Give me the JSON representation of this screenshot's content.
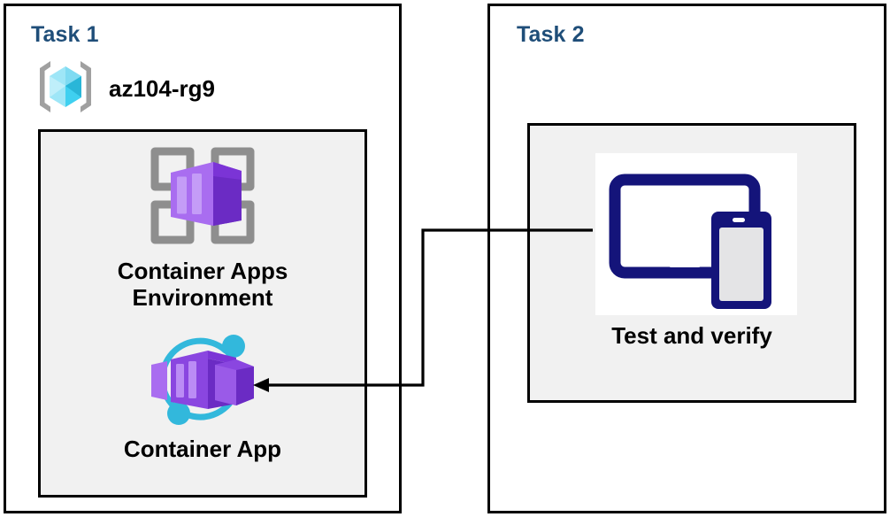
{
  "diagram": {
    "title_color": "#1F4E79",
    "background": "#FFFFFF",
    "panel_border_color": "#000000",
    "inner_box_fill": "#F1F1F1",
    "connector_color": "#000000"
  },
  "task1": {
    "title": "Task 1",
    "resource_group": {
      "icon": "resource-group-icon",
      "label": "az104-rg9",
      "icon_colors": {
        "cube_light": "#9EE6F7",
        "cube_mid": "#3FD0F0",
        "cube_dark": "#29B6D8",
        "bracket": "#A0A0A0"
      }
    },
    "nodes": [
      {
        "icon": "container-apps-environment-icon",
        "label": "Container Apps\nEnvironment",
        "label_line1": "Container Apps",
        "label_line2": "Environment",
        "icon_colors": {
          "grid": "#8E8E8E",
          "container_light": "#A96DF0",
          "container_mid": "#8A46E0",
          "container_dark": "#6B2BC4"
        }
      },
      {
        "icon": "container-app-icon",
        "label": "Container App",
        "icon_colors": {
          "ring": "#32B8DC",
          "container_light": "#A96DF0",
          "container_mid": "#8A46E0",
          "container_dark": "#6B2BC4"
        }
      }
    ]
  },
  "task2": {
    "title": "Task 2",
    "node": {
      "icon": "devices-test-icon",
      "label": "Test and verify",
      "icon_colors": {
        "device_navy": "#14147A",
        "phone_screen": "#E4E4E6",
        "card_background": "#FFFFFF"
      }
    }
  },
  "connector": {
    "name": "task2-to-container-app-arrow",
    "direction": "right-to-left",
    "arrowhead": "left-arrow",
    "from": "Test and verify",
    "to": "Container App"
  }
}
